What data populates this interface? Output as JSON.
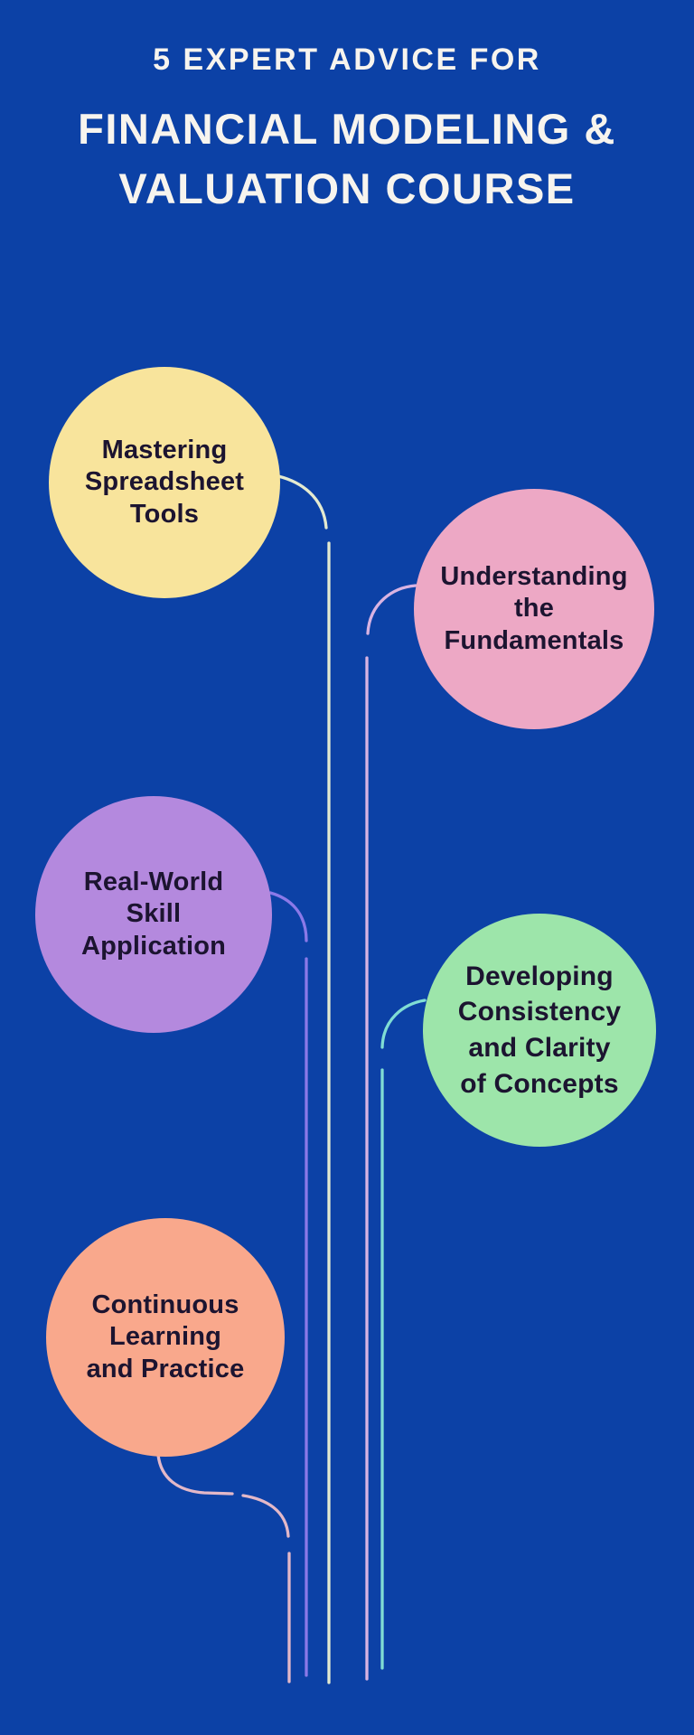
{
  "background_color": "#0c41a6",
  "title": {
    "kicker": "5 EXPERT ADVICE FOR",
    "line1": "FINANCIAL MODELING &",
    "line2": "VALUATION COURSE",
    "text_color": "#f7f4ee"
  },
  "label_text_color": "#1c1430",
  "advice_items": [
    {
      "label": "Mastering\nSpreadsheet\nTools",
      "circle_color": "#f8e49c",
      "connector_color": "#e4ead0"
    },
    {
      "label": "Understanding\nthe\nFundamentals",
      "circle_color": "#eda8c5",
      "connector_color": "#d9b3e2"
    },
    {
      "label": "Real-World\nSkill\nApplication",
      "circle_color": "#b489de",
      "connector_color": "#8b79e8"
    },
    {
      "label": "Developing\nConsistency\nand Clarity\nof Concepts",
      "circle_color": "#9de5aa",
      "connector_color": "#80ddd4"
    },
    {
      "label": "Continuous\nLearning\nand Practice",
      "circle_color": "#f9a88c",
      "connector_color": "#e3b8c8"
    }
  ]
}
